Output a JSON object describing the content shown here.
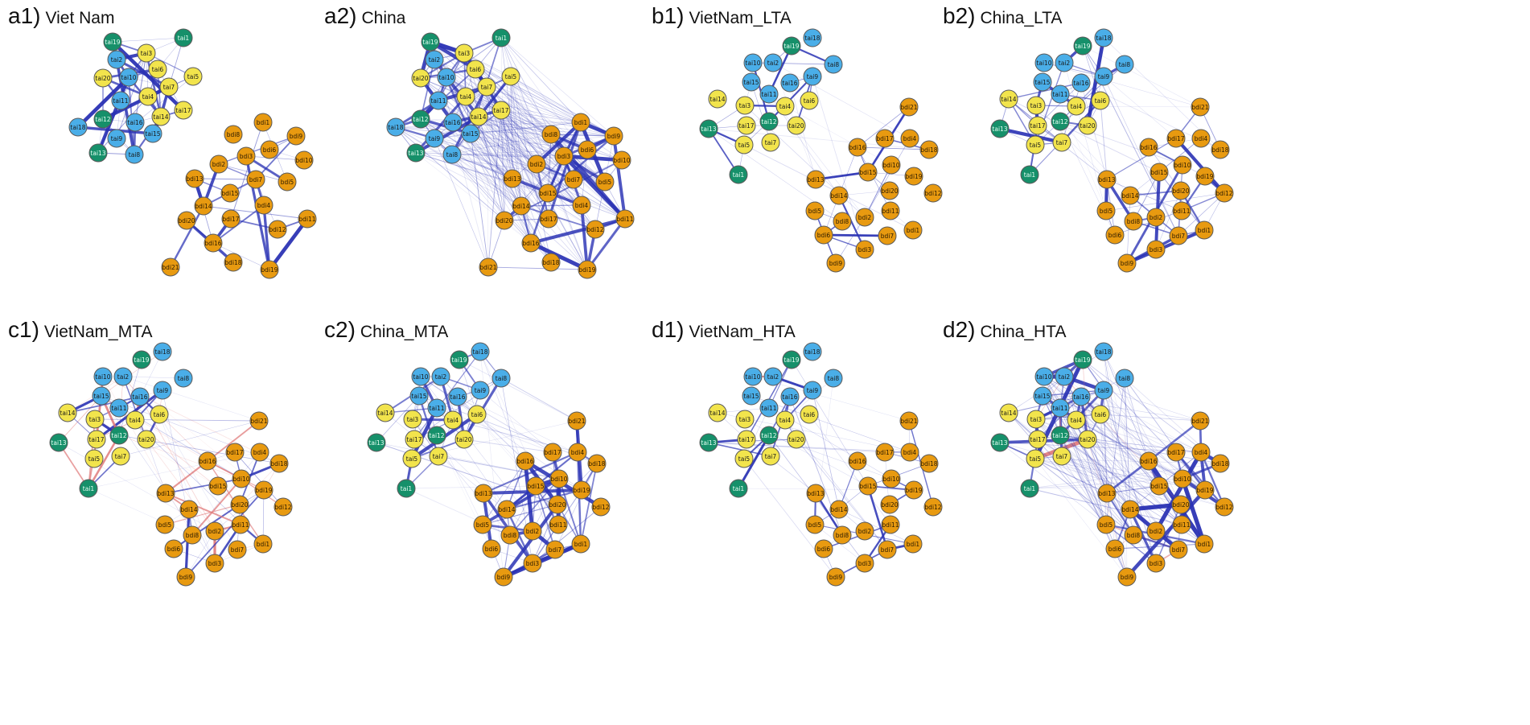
{
  "colors": {
    "tai_blue": "#4aaee8",
    "tai_yellow": "#f2e44c",
    "tai_green": "#16906a",
    "bdi_orange": "#e89a10",
    "edge_positive": "#2a32b4",
    "edge_negative": "#e07878",
    "node_stroke": "#5a5a5a"
  },
  "panels": [
    {
      "id": "a1)",
      "title": "Viet Nam"
    },
    {
      "id": "a2)",
      "title": "China"
    },
    {
      "id": "b1)",
      "title": "VietNam_LTA"
    },
    {
      "id": "b2)",
      "title": "China_LTA"
    },
    {
      "id": "c1)",
      "title": "VietNam_MTA"
    },
    {
      "id": "c2)",
      "title": "China_MTA"
    },
    {
      "id": "d1)",
      "title": "VietNam_HTA"
    },
    {
      "id": "d2)",
      "title": "China_HTA"
    }
  ],
  "nodes": {
    "tai": [
      {
        "label": "tai1",
        "group": "green"
      },
      {
        "label": "tai2",
        "group": "blue"
      },
      {
        "label": "tai3",
        "group": "yellow"
      },
      {
        "label": "tai4",
        "group": "yellow"
      },
      {
        "label": "tai5",
        "group": "yellow"
      },
      {
        "label": "tai6",
        "group": "yellow"
      },
      {
        "label": "tai7",
        "group": "yellow"
      },
      {
        "label": "tai8",
        "group": "blue"
      },
      {
        "label": "tai9",
        "group": "blue"
      },
      {
        "label": "tai10",
        "group": "blue"
      },
      {
        "label": "tai11",
        "group": "blue"
      },
      {
        "label": "tai12",
        "group": "green"
      },
      {
        "label": "tai13",
        "group": "green"
      },
      {
        "label": "tai14",
        "group": "yellow"
      },
      {
        "label": "tai15",
        "group": "blue"
      },
      {
        "label": "tai16",
        "group": "blue"
      },
      {
        "label": "tai17",
        "group": "yellow"
      },
      {
        "label": "tai18",
        "group": "blue"
      },
      {
        "label": "tai19",
        "group": "green"
      },
      {
        "label": "tai20",
        "group": "yellow"
      }
    ],
    "bdi": [
      "bdi1",
      "bdi2",
      "bdi3",
      "bdi4",
      "bdi5",
      "bdi6",
      "bdi7",
      "bdi8",
      "bdi9",
      "bdi10",
      "bdi11",
      "bdi12",
      "bdi13",
      "bdi14",
      "bdi15",
      "bdi16",
      "bdi17",
      "bdi18",
      "bdi19",
      "bdi20",
      "bdi21"
    ]
  }
}
